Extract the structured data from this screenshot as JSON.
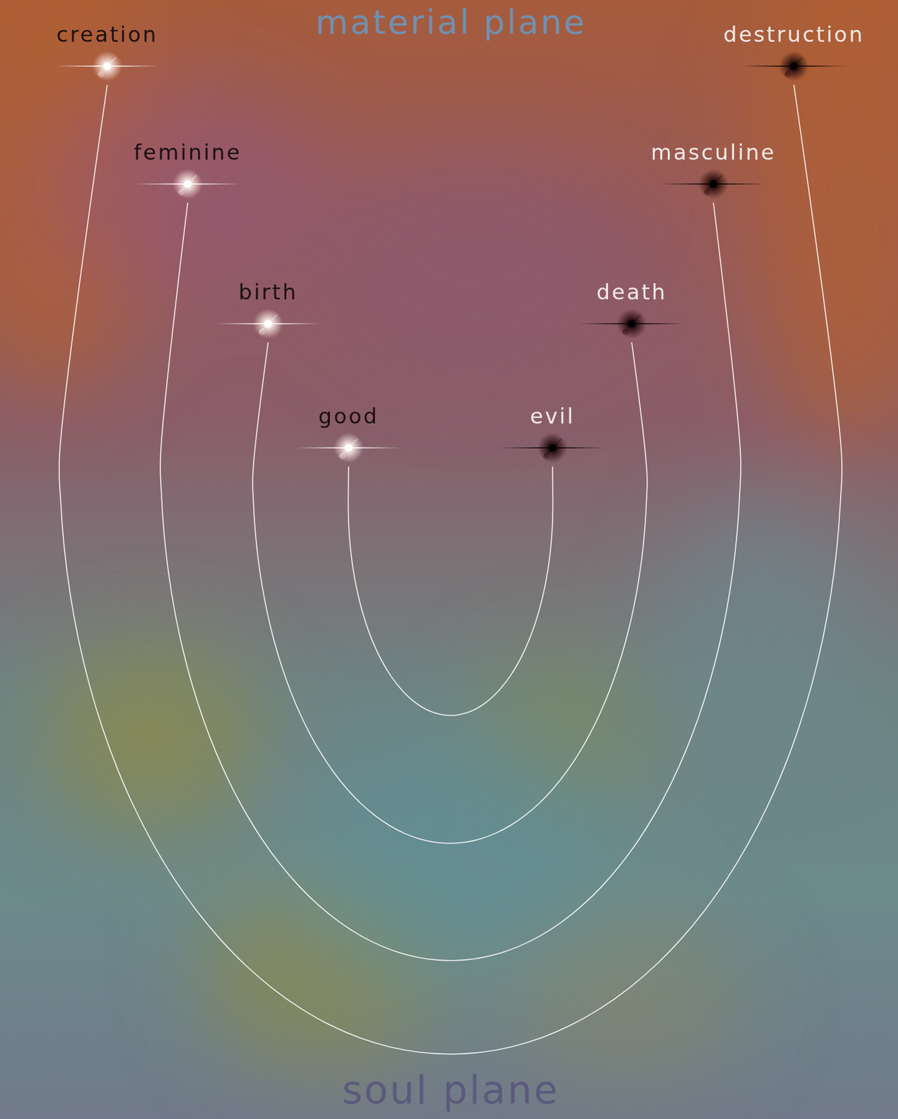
{
  "diagram": {
    "nodes": [
      {
        "text": [
          "creation"
        ]
      },
      {
        "text": [
          "destruction"
        ]
      },
      {
        "text": [
          "feminine"
        ]
      },
      {
        "text": [
          "masculine"
        ]
      },
      {
        "text": [
          "birth"
        ]
      },
      {
        "text": [
          "death"
        ]
      },
      {
        "text": [
          "good"
        ]
      },
      {
        "text": [
          "evil"
        ]
      }
    ],
    "edges": [
      {
        "from": 0,
        "to": 1,
        "arrow": "none"
      },
      {
        "from": 2,
        "to": 3,
        "arrow": "none"
      },
      {
        "from": 4,
        "to": 5,
        "arrow": "none"
      },
      {
        "from": 6,
        "to": 7,
        "arrow": "none"
      }
    ],
    "labels": [
      "material plane",
      "soul plane"
    ]
  }
}
